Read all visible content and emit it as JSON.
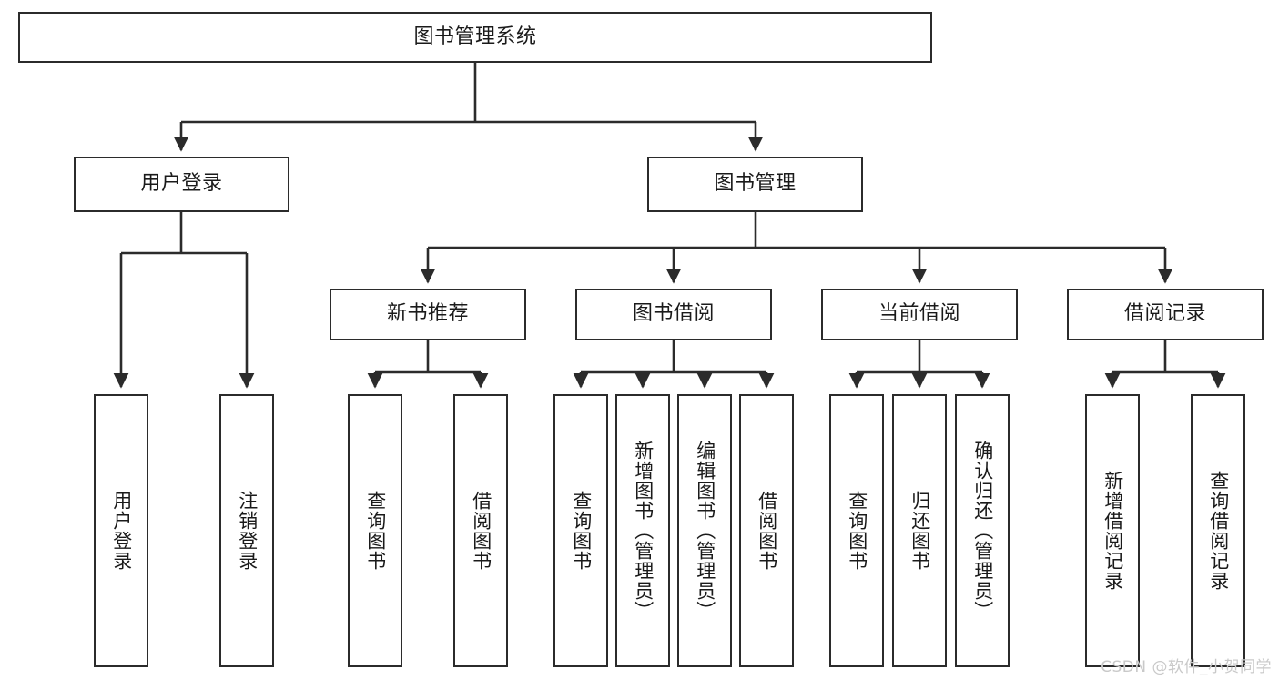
{
  "diagram": {
    "type": "tree-hierarchy-chart",
    "title": "图书管理系统",
    "orientation": "top-down",
    "line_color": "#2b2b2b",
    "box_fill": "#ffffff",
    "text_color": "#1a1a1a",
    "levels": {
      "level1": {
        "root": {
          "label": "图书管理系统"
        }
      },
      "level2": [
        {
          "label": "用户登录"
        },
        {
          "label": "图书管理"
        }
      ],
      "level3": [
        {
          "label": "新书推荐"
        },
        {
          "label": "图书借阅"
        },
        {
          "label": "当前借阅"
        },
        {
          "label": "借阅记录"
        }
      ],
      "level4": {
        "user_login_children": [
          {
            "label": "用户登录"
          },
          {
            "label": "注销登录"
          }
        ],
        "new_book_children": [
          {
            "label": "查询图书"
          },
          {
            "label": "借阅图书"
          }
        ],
        "book_borrow_children": [
          {
            "label": "查询图书"
          },
          {
            "label": "新增图书（管理员）"
          },
          {
            "label": "编辑图书（管理员）"
          },
          {
            "label": "借阅图书"
          }
        ],
        "current_borrow_children": [
          {
            "label": "查询图书"
          },
          {
            "label": "归还图书"
          },
          {
            "label": "确认归还（管理员）"
          }
        ],
        "borrow_record_children": [
          {
            "label": "新增借阅记录"
          },
          {
            "label": "查询借阅记录"
          }
        ]
      }
    }
  },
  "watermark": {
    "text": "CSDN @软件_小贺同学",
    "color": "#c9c9c9"
  }
}
